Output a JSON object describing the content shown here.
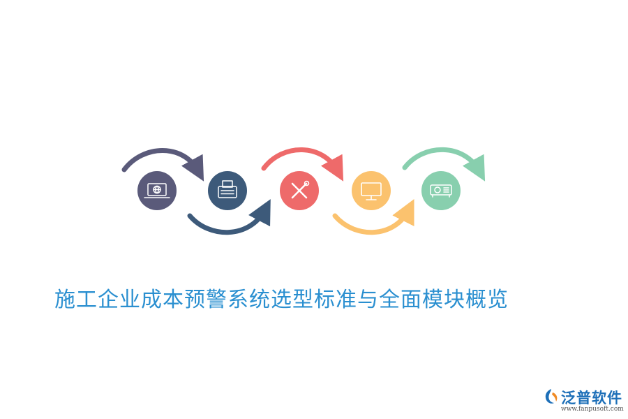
{
  "title": "施工企业成本预警系统选型标准与全面模块概览",
  "steps": [
    {
      "icon": "laptop-globe-icon",
      "color": "#5a5a7a"
    },
    {
      "icon": "typewriter-icon",
      "color": "#3d5a7a"
    },
    {
      "icon": "tools-icon",
      "color": "#ee6a6a"
    },
    {
      "icon": "monitor-icon",
      "color": "#fbc26e"
    },
    {
      "icon": "projector-icon",
      "color": "#88cfae"
    }
  ],
  "logo": {
    "name": "泛普软件",
    "url": "www.fanpusoft.com",
    "color": "#1d6fb8"
  }
}
